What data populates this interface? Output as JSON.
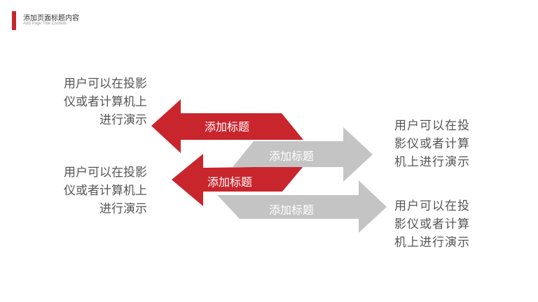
{
  "header": {
    "title": "添加页面标题内容",
    "subtitle": "Add Page Title Content",
    "accent_color": "#c9252d"
  },
  "colors": {
    "red": "#c9252d",
    "gray": "#c4c4c4",
    "text": "#555555"
  },
  "arrows": [
    {
      "label": "添加标题",
      "color": "red",
      "direction": "left"
    },
    {
      "label": "添加标题",
      "color": "gray",
      "direction": "right"
    },
    {
      "label": "添加标题",
      "color": "red",
      "direction": "left"
    },
    {
      "label": "添加标题",
      "color": "gray",
      "direction": "right"
    }
  ],
  "left_texts": [
    {
      "line1": "用户可以在投影",
      "line2": "仪或者计算机上",
      "line3": "进行演示"
    },
    {
      "line1": "用户可以在投影",
      "line2": "仪或者计算机上",
      "line3": "进行演示"
    }
  ],
  "right_texts": [
    {
      "line1": "用户可以在投",
      "line2": "影仪或者计算",
      "line3": "机上进行演示"
    },
    {
      "line1": "用户可以在投",
      "line2": "影仪或者计算",
      "line3": "机上进行演示"
    }
  ]
}
